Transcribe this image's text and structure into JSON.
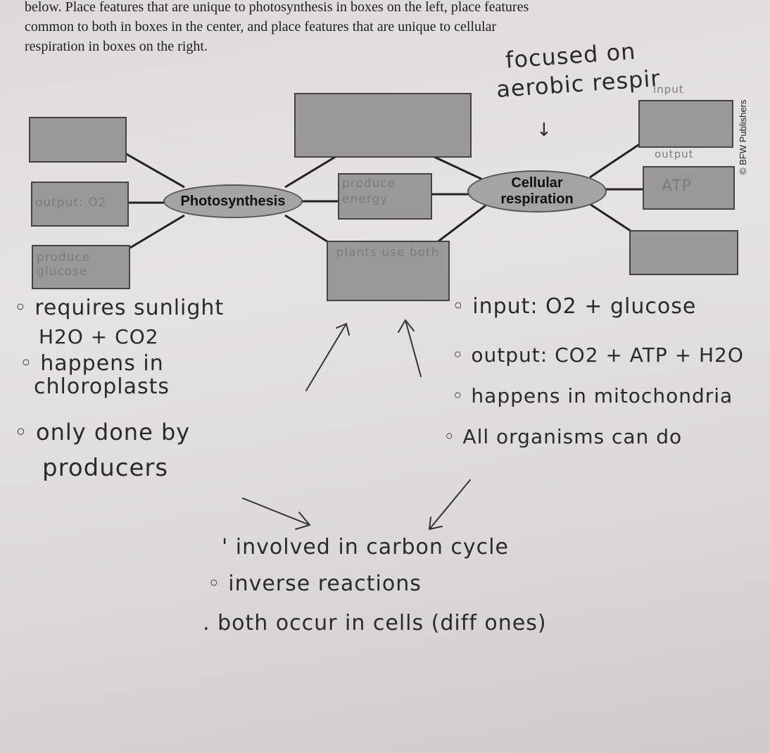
{
  "instructions": {
    "line1": "below. Place features that are unique to photosynthesis in boxes on the left, place features",
    "line2": "common to both in boxes in the center, and place features that are unique to cellular",
    "line3": "respiration in boxes on the right."
  },
  "publisher": "© BFW Publishers",
  "diagram": {
    "left_node": "Photosynthesis",
    "right_node": "Cellular respiration",
    "left_boxes": [
      "",
      "output: O2",
      "produce glucose"
    ],
    "center_boxes": [
      "",
      "produce energy",
      "plants use both"
    ],
    "right_boxes": [
      "input",
      "output",
      "ATP"
    ]
  },
  "notes": {
    "header": [
      "focused on",
      "aerobic respir"
    ],
    "photosynthesis": [
      "requires sunlight",
      "H2O + CO2",
      "happens in",
      "chloroplasts",
      "only done by",
      "producers"
    ],
    "cellular_respiration": [
      "input: O2 + glucose",
      "output: CO2 + ATP + H2O",
      "happens in mitochondria",
      "All organisms can do"
    ],
    "both": [
      "involved in carbon cycle",
      "inverse reactions",
      "both occur in cells (diff ones)"
    ]
  }
}
